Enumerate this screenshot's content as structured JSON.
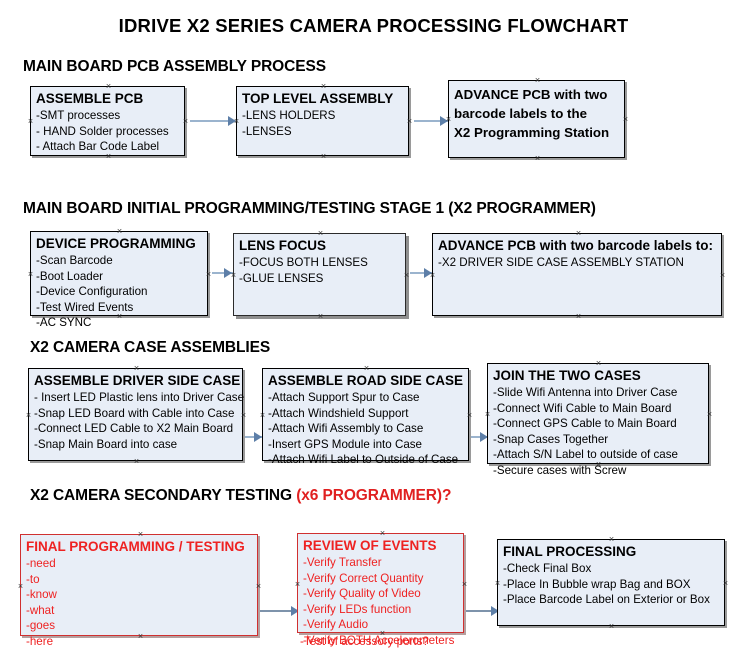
{
  "document": {
    "title": "IDRIVE X2  SERIES CAMERA PROCESSING FLOWCHART"
  },
  "sections": [
    {
      "id": "main-board-pcb-assembly",
      "heading": "MAIN BOARD PCB ASSEMBLY PROCESS",
      "heading_alt": "",
      "boxes": [
        {
          "title": "ASSEMBLE PCB",
          "lines": [
            "-SMT processes",
            "- HAND Solder processes",
            "- Attach Bar Code Label"
          ]
        },
        {
          "title": "TOP LEVEL ASSEMBLY",
          "lines": [
            "-LENS HOLDERS",
            "-LENSES"
          ]
        },
        {
          "title": "ADVANCE PCB with two",
          "title_lines": [
            "ADVANCE PCB with two",
            "barcode labels to the",
            " X2 Programming Station"
          ],
          "lines": []
        }
      ]
    },
    {
      "id": "main-board-initial-programming",
      "heading": "MAIN BOARD INITIAL PROGRAMMING/TESTING STAGE 1 (X2 PROGRAMMER)",
      "heading_alt": "",
      "boxes": [
        {
          "title": "DEVICE PROGRAMMING",
          "lines": [
            "-Scan Barcode",
            "-Boot Loader",
            "-Device Configuration",
            "-Test Wired Events",
            "-AC SYNC"
          ]
        },
        {
          "title": "LENS FOCUS",
          "lines": [
            "-FOCUS BOTH LENSES",
            "-GLUE LENSES"
          ]
        },
        {
          "title": "ADVANCE PCB with two barcode labels to:",
          "lines": [
            "-X2 DRIVER  SIDE  CASE  ASSEMBLY STATION"
          ]
        }
      ]
    },
    {
      "id": "x2-camera-case-assemblies",
      "heading": "X2 CAMERA CASE ASSEMBLIES",
      "heading_alt": "",
      "boxes": [
        {
          "title": "ASSEMBLE DRIVER SIDE CASE",
          "lines": [
            "- Insert LED Plastic lens into Driver Case",
            "-Snap LED Board with Cable into Case",
            "-Connect LED Cable to X2 Main Board",
            "-Snap Main Board into case"
          ]
        },
        {
          "title": "ASSEMBLE ROAD SIDE CASE",
          "lines": [
            "-Attach Support Spur to Case",
            "-Attach Windshield Support",
            "-Attach Wifi Assembly to Case",
            "-Insert GPS Module into Case",
            "-Attach Wifi Label to Outside of Case"
          ]
        },
        {
          "title": "JOIN THE TWO CASES",
          "lines": [
            "-Slide Wifi Antenna into Driver Case",
            "-Connect Wifi Cable to Main Board",
            "-Connect GPS Cable to Main Board",
            "-Snap Cases Together",
            "-Attach S/N Label to outside of case",
            "-Secure cases with Screw"
          ]
        }
      ]
    },
    {
      "id": "x2-camera-secondary-testing",
      "heading": "X2 CAMERA SECONDARY TESTING ",
      "heading_alt": "(x6 PROGRAMMER)?",
      "boxes": [
        {
          "title": "FINAL PROGRAMMING / TESTING",
          "lines": [
            "-need",
            "-to",
            "-know",
            "-what",
            "-goes",
            "-here"
          ]
        },
        {
          "title": "REVIEW OF EVENTS",
          "lines": [
            "-Verify Transfer",
            "-Verify Correct Quantity",
            "-Verify Quality of Video",
            "-Verify LEDs function",
            "-Verify Audio",
            "-Verify BOTH Accelerometers"
          ],
          "overflow_line": "-Test of accessory ports?"
        },
        {
          "title": "FINAL PROCESSING",
          "lines": [
            " -Check Final Box",
            "-Place In Bubble wrap Bag and BOX",
            "-Place Barcode Label on Exterior or Box"
          ]
        }
      ]
    }
  ],
  "colors": {
    "box_fill": "#e8eef7",
    "box_border": "#000000",
    "accent_red": "#ee2222",
    "connector": "#9bb4ce",
    "arrow": "#5d7fa8"
  }
}
